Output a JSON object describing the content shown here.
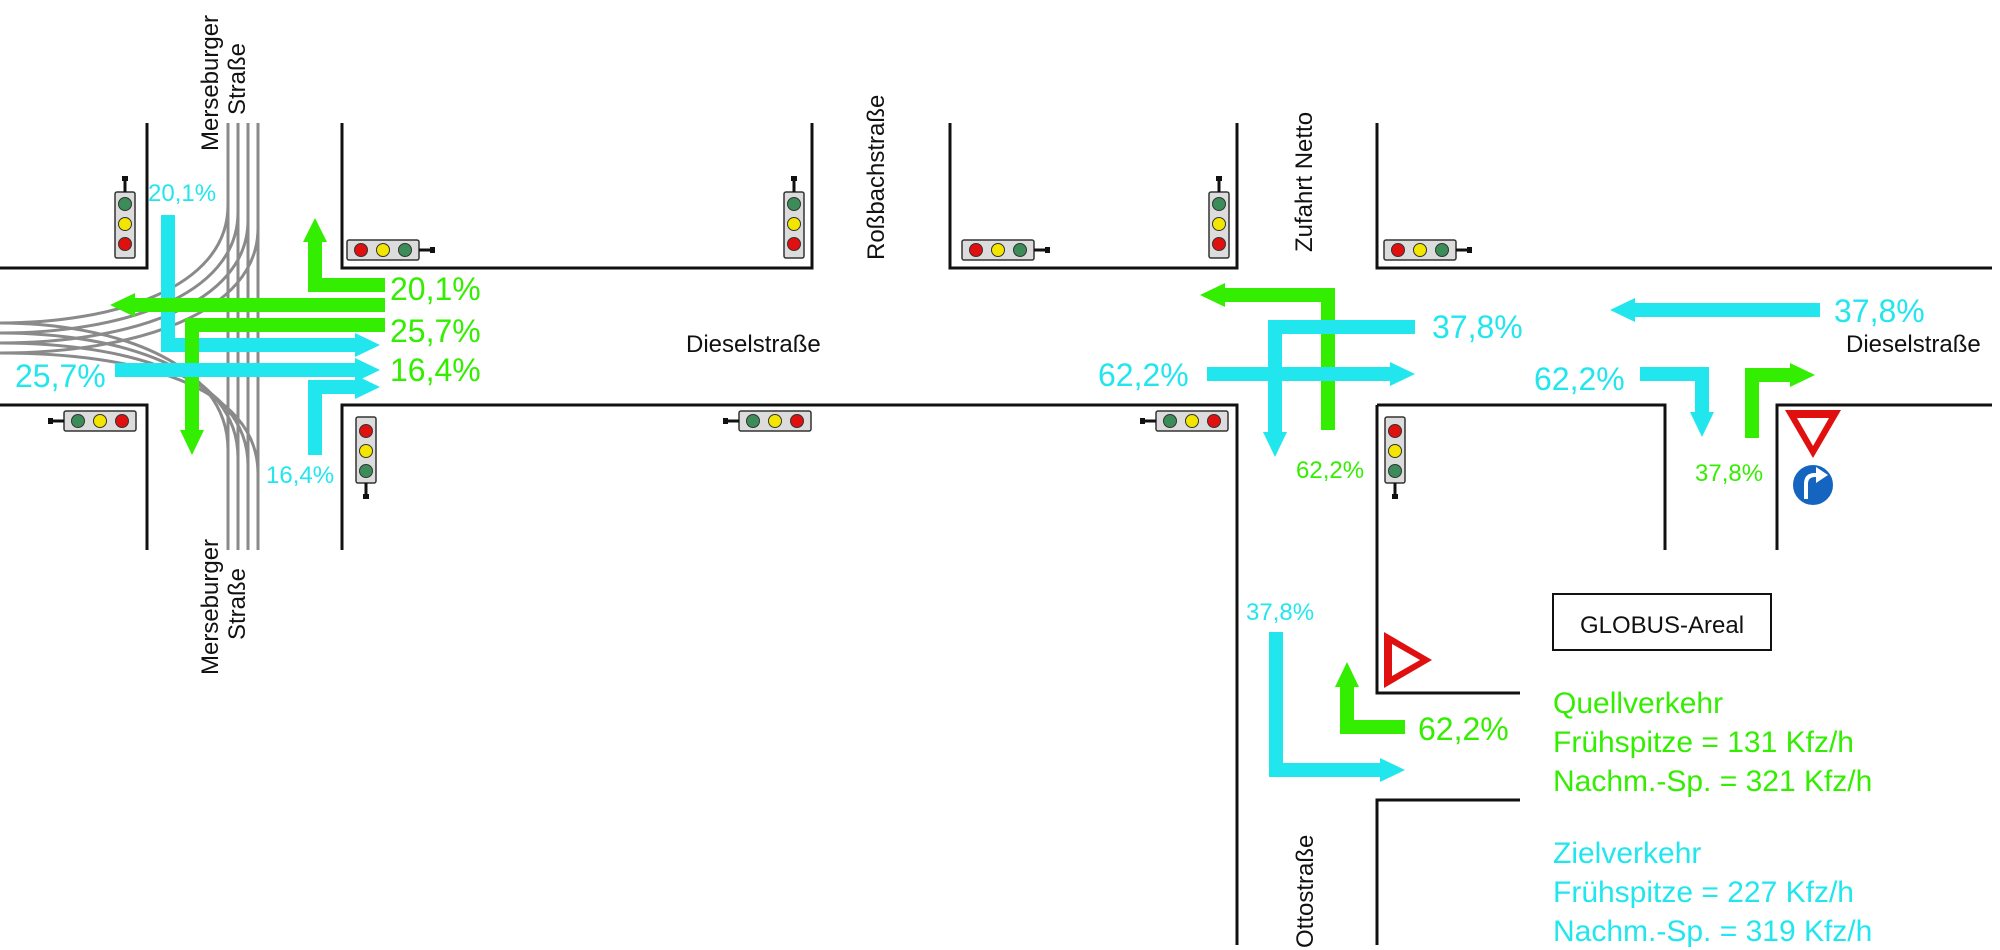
{
  "streets": {
    "merseburger_top_line1": "Merseburger",
    "merseburger_top_line2": "Straße",
    "merseburger_bottom_line1": "Merseburger",
    "merseburger_bottom_line2": "Straße",
    "rossbachstrasse": "Roßbachstraße",
    "zufahrt_netto": "Zufahrt Netto",
    "dieselstrasse_left": "Dieselstraße",
    "dieselstrasse_right": "Dieselstraße",
    "ottostrasse": "Ottostraße"
  },
  "shares": {
    "left_north_in": "20,1%",
    "left_turn_up": "20,1%",
    "left_straight": "25,7%",
    "left_west_in": "25,7%",
    "left_straight_low": "16,4%",
    "left_south_in": "16,4%",
    "netto_east_in": "37,8%",
    "netto_west_in": "62,2%",
    "netto_down": "62,2%",
    "right_east_in": "37,8%",
    "right_west_in": "62,2%",
    "right_down": "37,8%",
    "otto_in": "37,8%",
    "otto_out": "62,2%"
  },
  "area_label": "GLOBUS-Areal",
  "legend": {
    "quell_title": "Quellverkehr",
    "quell_morning": "Frühspitze = 131 Kfz/h",
    "quell_afternoon": "Nachm.-Sp. = 321 Kfz/h",
    "ziel_title": "Zielverkehr",
    "ziel_morning": "Frühspitze = 227 Kfz/h",
    "ziel_afternoon": "Nachm.-Sp. = 319 Kfz/h"
  },
  "colors": {
    "source_traffic": "#33ee00",
    "destination_traffic": "#22e6ee",
    "road_edge": "#111111",
    "tram_tracks": "#8a8a8a",
    "yield_sign": "#e01010",
    "turn_right_sign": "#1565c0"
  },
  "icons": {
    "traffic_light": "traffic-light-icon",
    "yield_sign": "yield-sign-icon",
    "turn_right_sign": "turn-right-sign-icon"
  }
}
